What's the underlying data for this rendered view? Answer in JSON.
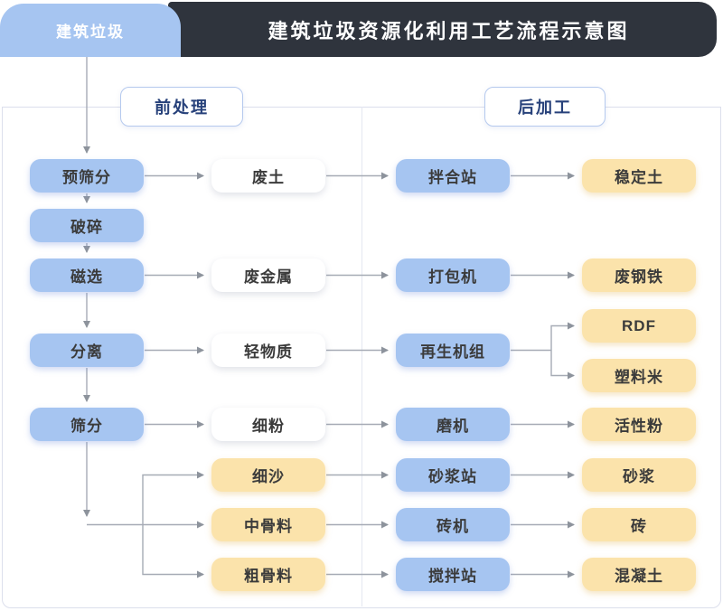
{
  "header": {
    "tab_label": "建筑垃圾",
    "title": "建筑垃圾资源化利用工艺流程示意图"
  },
  "sections": {
    "pre": "前处理",
    "post": "后加工"
  },
  "nodes": {
    "pre_screening": "预筛分",
    "crushing": "破碎",
    "magnetic_separation": "磁选",
    "separation": "分离",
    "screening": "筛分",
    "waste_soil": "废土",
    "waste_metal": "废金属",
    "light_material": "轻物质",
    "fine_powder": "细粉",
    "fine_sand": "细沙",
    "medium_aggregate": "中骨料",
    "coarse_aggregate": "粗骨料",
    "mixing_plant": "拌合站",
    "baler": "打包机",
    "regeneration_unit": "再生机组",
    "mill": "磨机",
    "mortar_plant": "砂浆站",
    "brick_machine": "砖机",
    "concrete_mixing_plant": "搅拌站",
    "stabilized_soil": "稳定土",
    "scrap_steel": "废钢铁",
    "rdf": "RDF",
    "plastic_pellets": "塑料米",
    "active_powder": "活性粉",
    "mortar": "砂浆",
    "brick": "砖",
    "concrete": "混凝土"
  },
  "edges": [
    "建筑垃圾→预筛分",
    "预筛分→破碎",
    "破碎→磁选",
    "磁选→分离",
    "分离→筛分",
    "预筛分→废土",
    "磁选→废金属",
    "分离→轻物质",
    "筛分→细粉",
    "筛分→细沙",
    "筛分→中骨料",
    "筛分→粗骨料",
    "废土→拌合站",
    "废金属→打包机",
    "轻物质→再生机组",
    "细粉→磨机",
    "细沙→砂浆站",
    "中骨料→砖机",
    "粗骨料→搅拌站",
    "拌合站→稳定土",
    "打包机→废钢铁",
    "再生机组→RDF",
    "再生机组→塑料米",
    "磨机→活性粉",
    "砂浆站→砂浆",
    "砖机→砖",
    "搅拌站→混凝土"
  ],
  "colors": {
    "process_blue": "#a6c5f1",
    "product_yellow": "#fbe3ab",
    "header_dark": "#2f343d",
    "pill_text_navy": "#27417a",
    "arrow_gray": "#a6abb5",
    "panel_border": "#dcdfec"
  }
}
